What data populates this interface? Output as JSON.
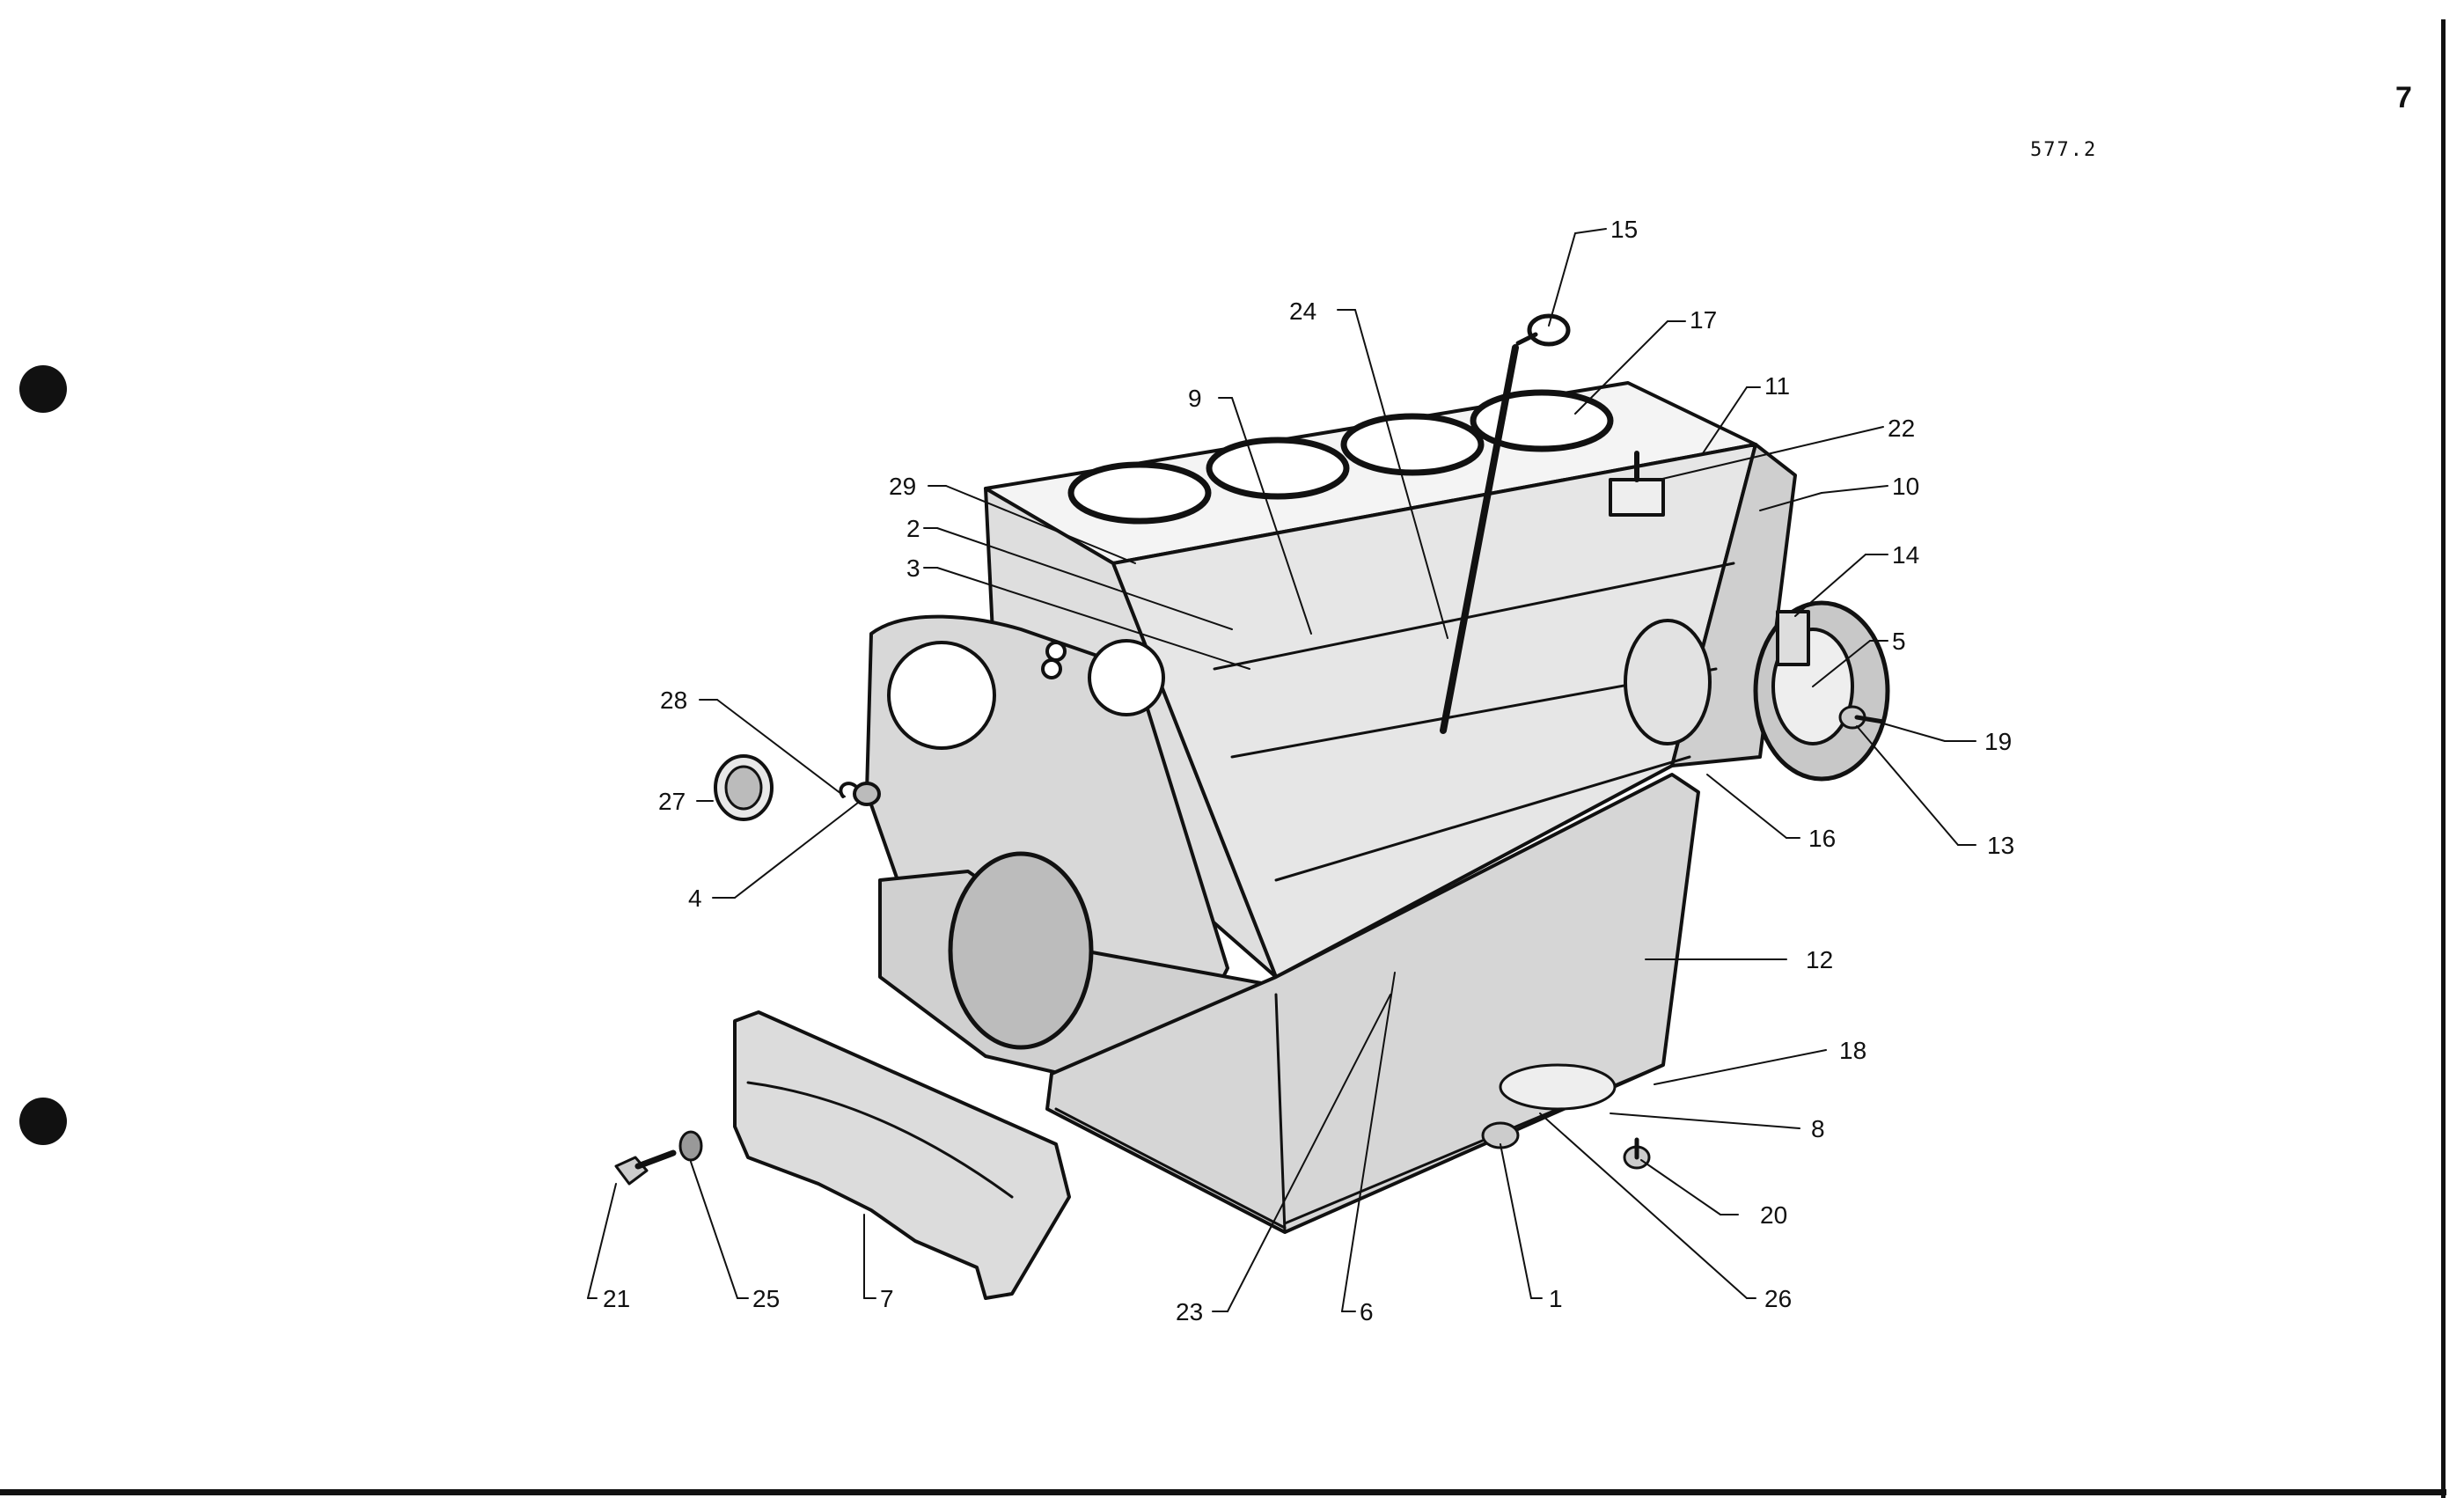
{
  "page_number": "7",
  "drawing_reference": "577.2",
  "callouts": [
    {
      "label": "15"
    },
    {
      "label": "24"
    },
    {
      "label": "17"
    },
    {
      "label": "11"
    },
    {
      "label": "9"
    },
    {
      "label": "22"
    },
    {
      "label": "29"
    },
    {
      "label": "10"
    },
    {
      "label": "2"
    },
    {
      "label": "14"
    },
    {
      "label": "3"
    },
    {
      "label": "5"
    },
    {
      "label": "28"
    },
    {
      "label": "19"
    },
    {
      "label": "27"
    },
    {
      "label": "16"
    },
    {
      "label": "13"
    },
    {
      "label": "4"
    },
    {
      "label": "12"
    },
    {
      "label": "18"
    },
    {
      "label": "8"
    },
    {
      "label": "20"
    },
    {
      "label": "21"
    },
    {
      "label": "25"
    },
    {
      "label": "7"
    },
    {
      "label": "23"
    },
    {
      "label": "6"
    },
    {
      "label": "1"
    },
    {
      "label": "26"
    }
  ]
}
